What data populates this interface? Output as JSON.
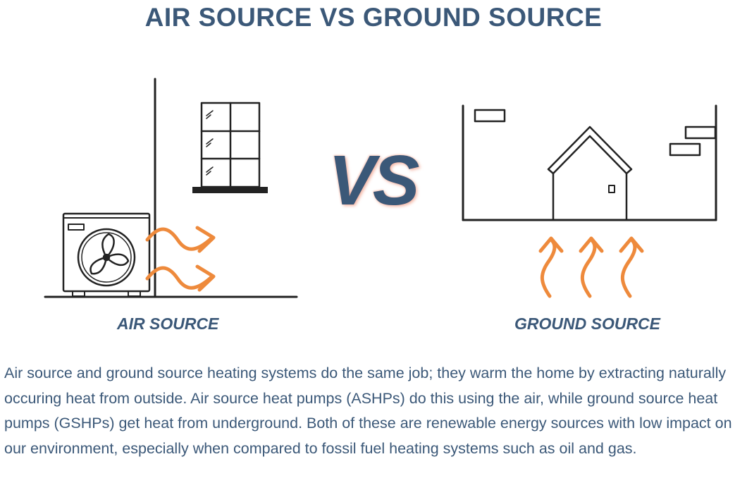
{
  "title": "AIR SOURCE VS GROUND SOURCE",
  "vs_label": "VS",
  "captions": {
    "air": "AIR SOURCE",
    "ground": "GROUND SOURCE"
  },
  "description": "Air source and ground source heating systems do the same job; they warm the home by extracting naturally occuring heat from outside. Air source heat pumps (ASHPs) do this using the air, while ground source heat pumps (GSHPs) get heat from underground. Both of these are renewable energy sources with low impact on our environment, especially when compared to fossil fuel heating systems such as oil and gas.",
  "colors": {
    "text": "#3b5878",
    "arrows": "#ee8a3c",
    "line_art": "#222222"
  },
  "icons": [
    "heat-pump-unit-icon",
    "fan-icon",
    "window-icon",
    "house-icon",
    "heat-arrow-icon"
  ]
}
